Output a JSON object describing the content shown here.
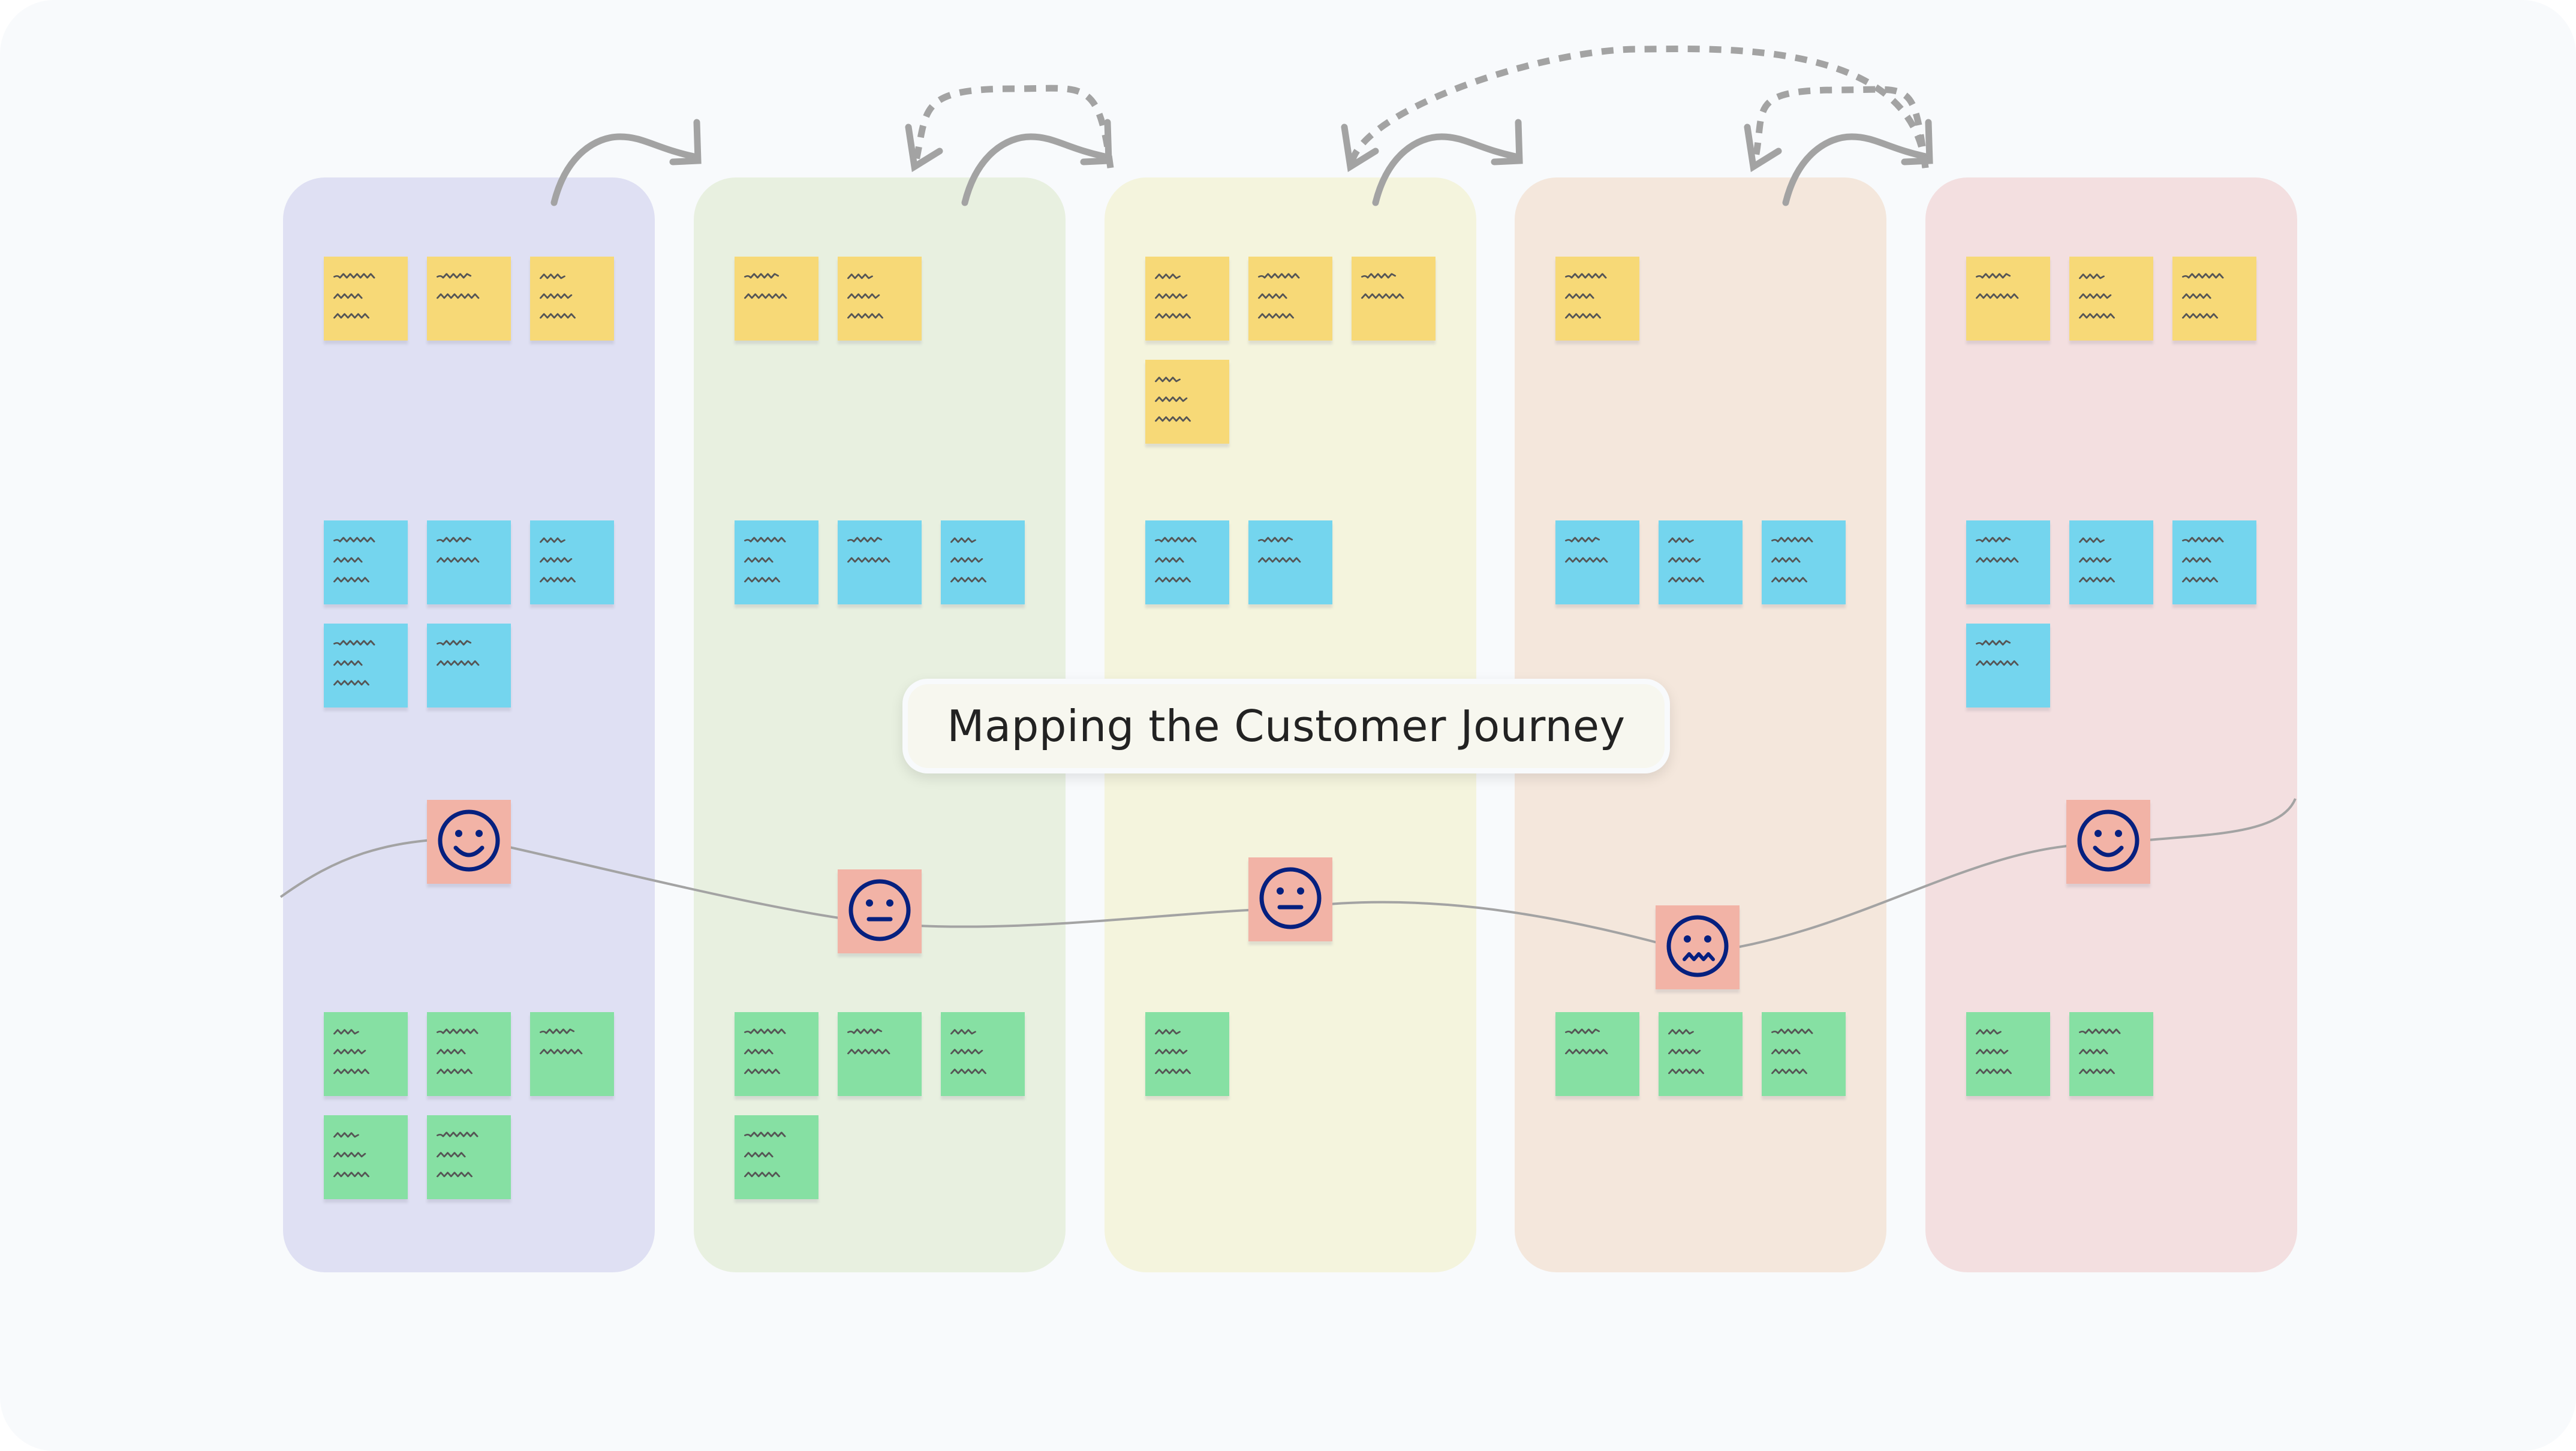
{
  "title": "Mapping the Customer Journey",
  "colors": {
    "background": "#f8fafc",
    "sticky_yellow": "#f7d977",
    "sticky_blue": "#74d5ee",
    "sticky_green": "#86e0a3",
    "emotion_sticky": "#f2b3a6",
    "emotion_icon": "#06207f",
    "scribble": "#555555",
    "connector": "#a3a3a3"
  },
  "lanes": [
    {
      "name": "stage-1",
      "color": "#dfe0f3",
      "rows": {
        "yellow": 3,
        "blue": 5,
        "green": 5
      },
      "emotion": "happy"
    },
    {
      "name": "stage-2",
      "color": "#e8f0e0",
      "rows": {
        "yellow": 2,
        "blue": 3,
        "green": 4
      },
      "emotion": "neutral"
    },
    {
      "name": "stage-3",
      "color": "#f4f4dd",
      "rows": {
        "yellow": 4,
        "blue": 2,
        "green": 1
      },
      "emotion": "neutral"
    },
    {
      "name": "stage-4",
      "color": "#f4e7dc",
      "rows": {
        "yellow": 1,
        "blue": 3,
        "green": 3
      },
      "emotion": "worried"
    },
    {
      "name": "stage-5",
      "color": "#f3dfe0",
      "rows": {
        "yellow": 3,
        "blue": 4,
        "green": 2
      },
      "emotion": "happy"
    }
  ],
  "flow_arrows": [
    {
      "from": "stage-1",
      "to": "stage-2",
      "style": "solid"
    },
    {
      "from": "stage-2",
      "to": "stage-3",
      "style": "solid"
    },
    {
      "from": "stage-3",
      "to": "stage-4",
      "style": "solid"
    },
    {
      "from": "stage-4",
      "to": "stage-5",
      "style": "solid"
    },
    {
      "from": "stage-3",
      "to": "stage-2",
      "style": "dashed"
    },
    {
      "from": "stage-5",
      "to": "stage-3",
      "style": "dashed"
    },
    {
      "from": "stage-5",
      "to": "stage-4",
      "style": "dashed"
    }
  ]
}
